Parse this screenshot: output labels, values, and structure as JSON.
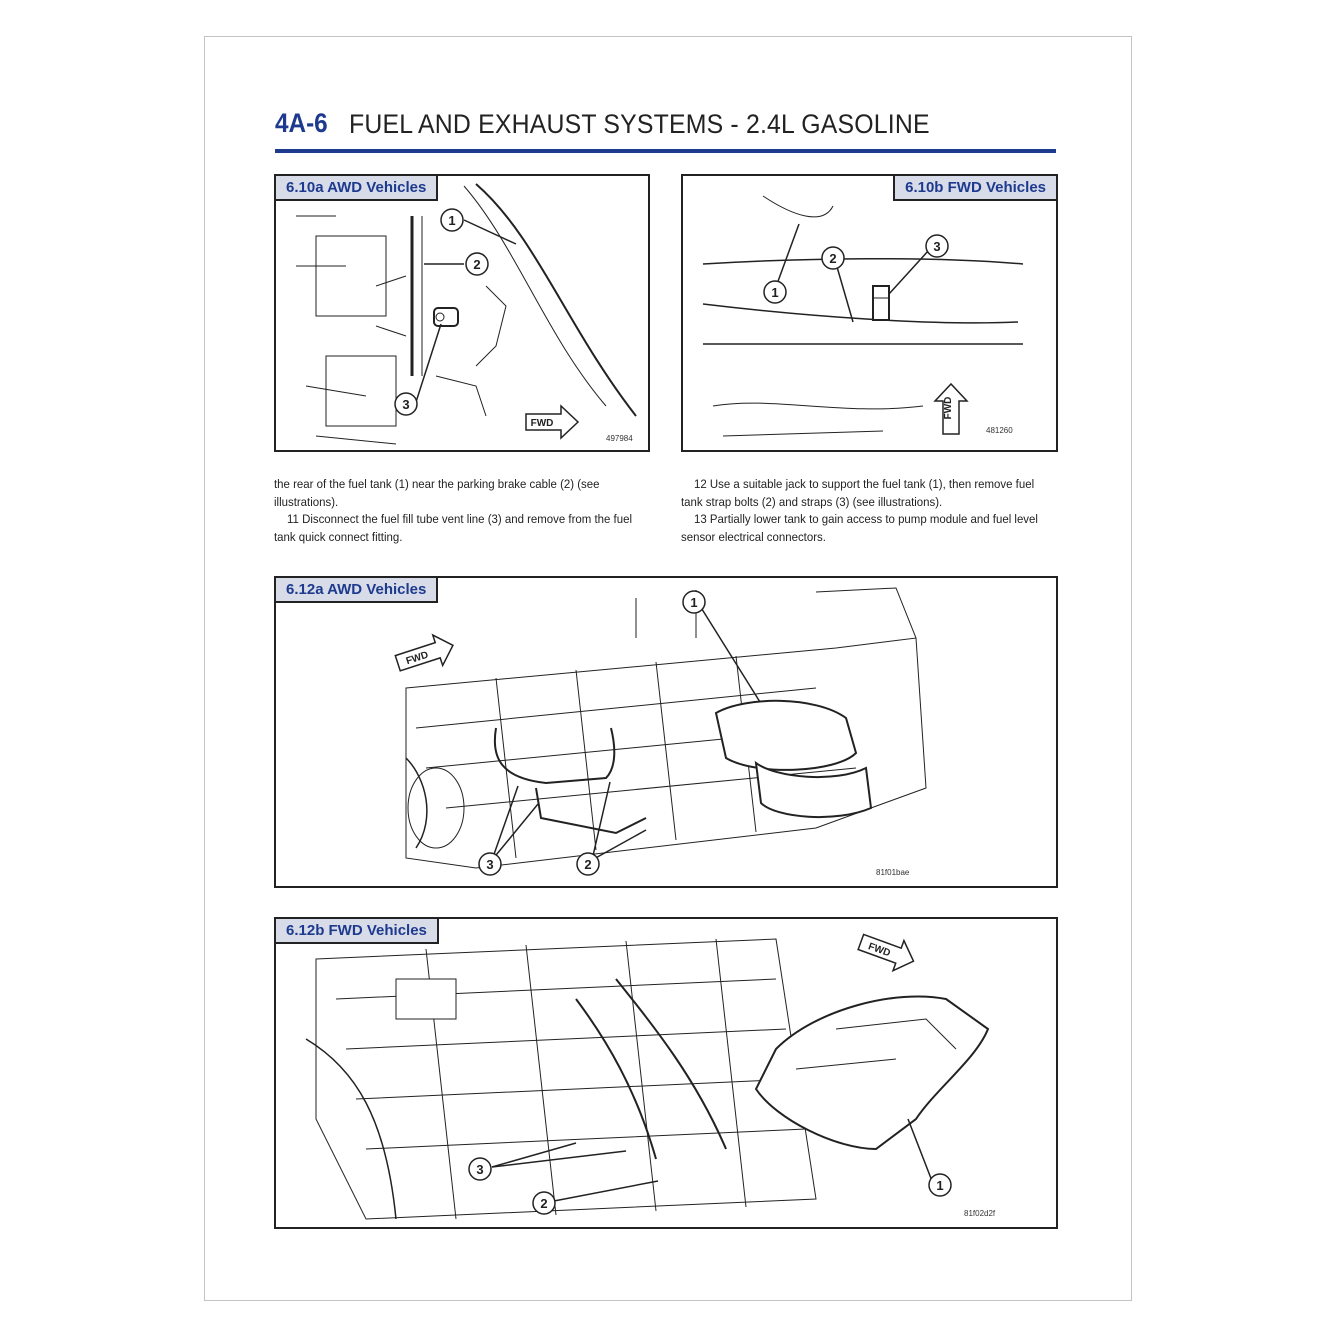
{
  "header": {
    "section": "4A-6",
    "title": "FUEL AND EXHAUST SYSTEMS - 2.4L GASOLINE"
  },
  "figures": {
    "f610a": {
      "caption": "6.10a AWD Vehicles",
      "code": "497984",
      "fwd": "FWD",
      "callouts": [
        "1",
        "2",
        "3"
      ]
    },
    "f610b": {
      "caption": "6.10b FWD Vehicles",
      "code": "481260",
      "fwd": "FWD",
      "callouts": [
        "1",
        "2",
        "3"
      ]
    },
    "f612a": {
      "caption": "6.12a AWD Vehicles",
      "code": "81f01bae",
      "fwd": "FWD",
      "callouts": [
        "1",
        "2",
        "3"
      ]
    },
    "f612b": {
      "caption": "6.12b FWD Vehicles",
      "code": "81f02d2f",
      "fwd": "FWD",
      "callouts": [
        "1",
        "2",
        "3"
      ]
    }
  },
  "text": {
    "left": [
      "the rear of the fuel tank (1) near the parking brake cable (2) (see illustrations).",
      "11  Disconnect the fuel fill tube vent line (3) and remove from the fuel tank quick connect fitting."
    ],
    "right": [
      "12  Use a suitable jack to support the fuel tank (1), then remove fuel tank strap bolts (2) and straps (3) (see illustrations).",
      "13  Partially lower tank to gain access to pump module and fuel level sensor electrical connectors."
    ]
  },
  "colors": {
    "accent": "#1d3a8e",
    "caption_bg": "#d8dce8"
  }
}
